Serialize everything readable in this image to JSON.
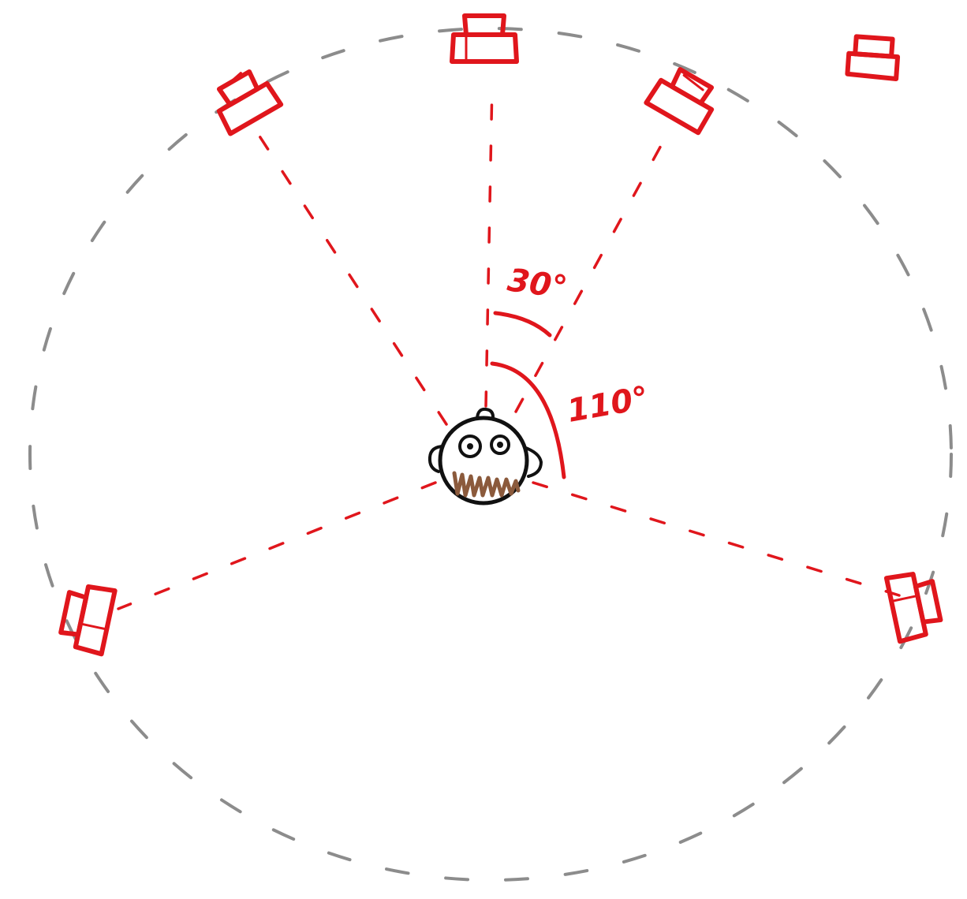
{
  "colors": {
    "background": "#ffffff",
    "circle": "#8c8c8c",
    "speaker": "#e0161c",
    "guide": "#e0161c",
    "head_outline": "#111111",
    "mouth": "#8b5a3c"
  },
  "angles": {
    "front_label": "30°",
    "rear_label": "110°"
  },
  "speakers": [
    {
      "name": "center-speaker",
      "direction_deg": 0
    },
    {
      "name": "front-left-speaker",
      "direction_deg": -30
    },
    {
      "name": "front-right-speaker",
      "direction_deg": 30
    },
    {
      "name": "surround-left-speaker",
      "direction_deg": -110
    },
    {
      "name": "surround-right-speaker",
      "direction_deg": 110
    },
    {
      "name": "extra-speaker-top-right",
      "direction_deg": null
    }
  ],
  "icons": {
    "listener": "listener-head-icon",
    "speaker": "speaker-icon"
  }
}
